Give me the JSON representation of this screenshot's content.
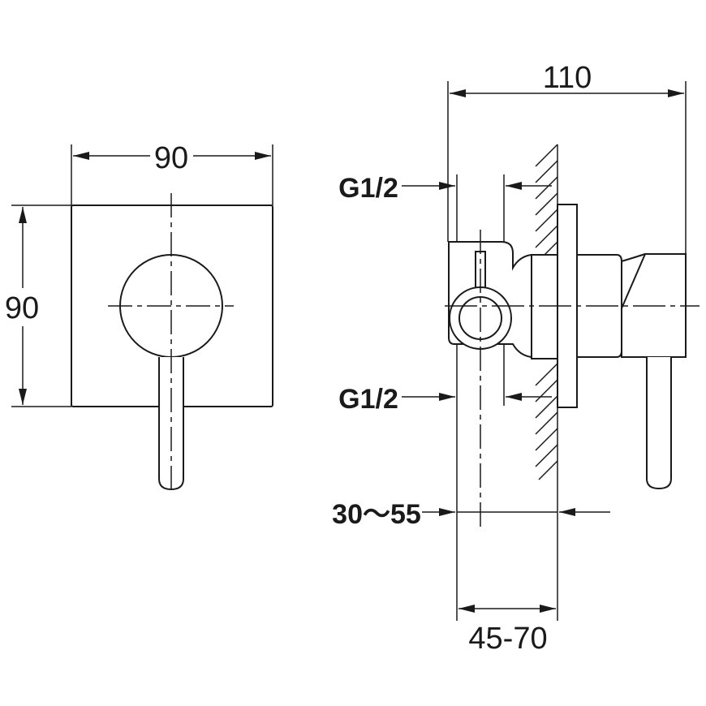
{
  "front_view": {
    "width_label": "90",
    "height_label": "90"
  },
  "side_view": {
    "depth_label": "110",
    "inlet_top_label": "G1/2",
    "inlet_bottom_label": "G1/2",
    "wall_adjust_label": "30～55",
    "install_depth_label": "45-70"
  }
}
